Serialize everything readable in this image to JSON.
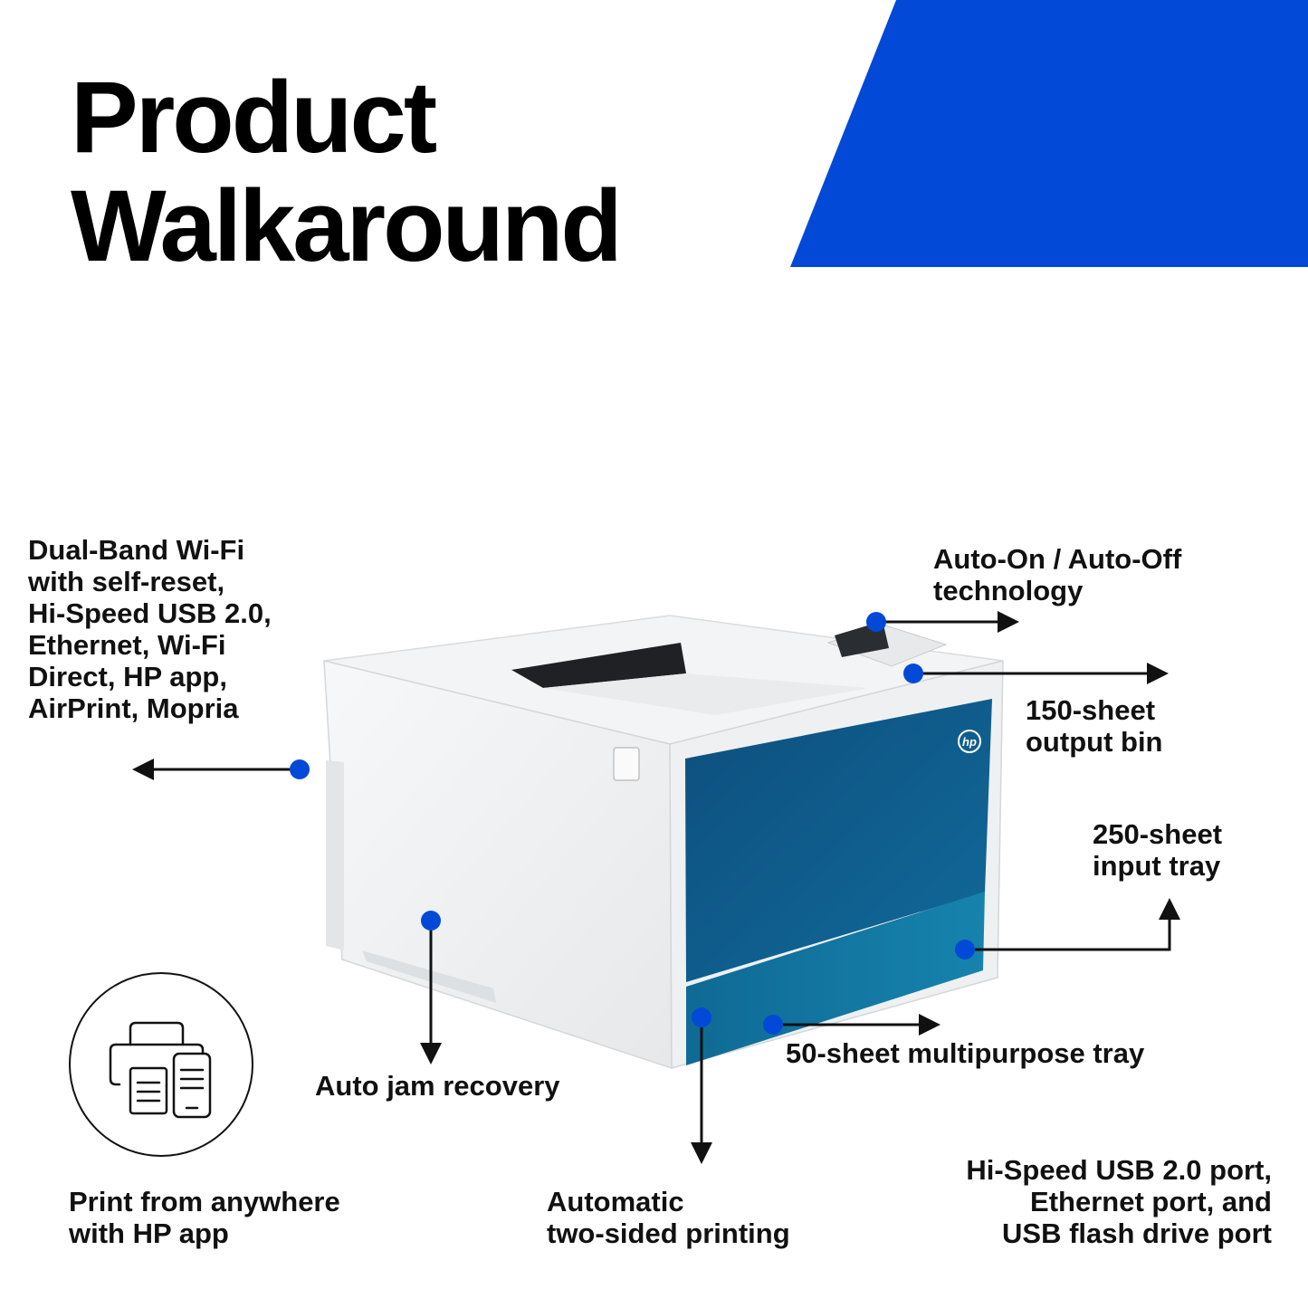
{
  "page": {
    "title_lines": [
      "Product",
      "Walkaround"
    ]
  },
  "colors": {
    "accent_blue": "#0249d8",
    "printer_teal": "#0e5c8c",
    "printer_body": "#f1f2f3"
  },
  "icons": {
    "brand_logo": "hp-logo-icon",
    "app_badge": "printer-and-phone-icon"
  },
  "printer_logo_text": "hp",
  "callouts": {
    "connectivity": [
      "Dual-Band Wi-Fi",
      "with self-reset,",
      "Hi-Speed USB 2.0,",
      "Ethernet, Wi-Fi",
      "Direct, HP app,",
      "AirPrint, Mopria"
    ],
    "auto_on_off": [
      "Auto-On / Auto-Off",
      "technology"
    ],
    "output_bin": [
      "150-sheet",
      "output bin"
    ],
    "input_tray": [
      "250-sheet",
      "input tray"
    ],
    "multipurpose_tray": [
      "50-sheet multipurpose tray"
    ],
    "auto_jam": [
      "Auto jam recovery"
    ],
    "duplex": [
      "Automatic",
      "two-sided printing"
    ],
    "hp_app": [
      "Print from anywhere",
      "with HP app"
    ],
    "ports": [
      "Hi-Speed USB 2.0 port,",
      "Ethernet port, and",
      "USB flash drive port"
    ]
  }
}
